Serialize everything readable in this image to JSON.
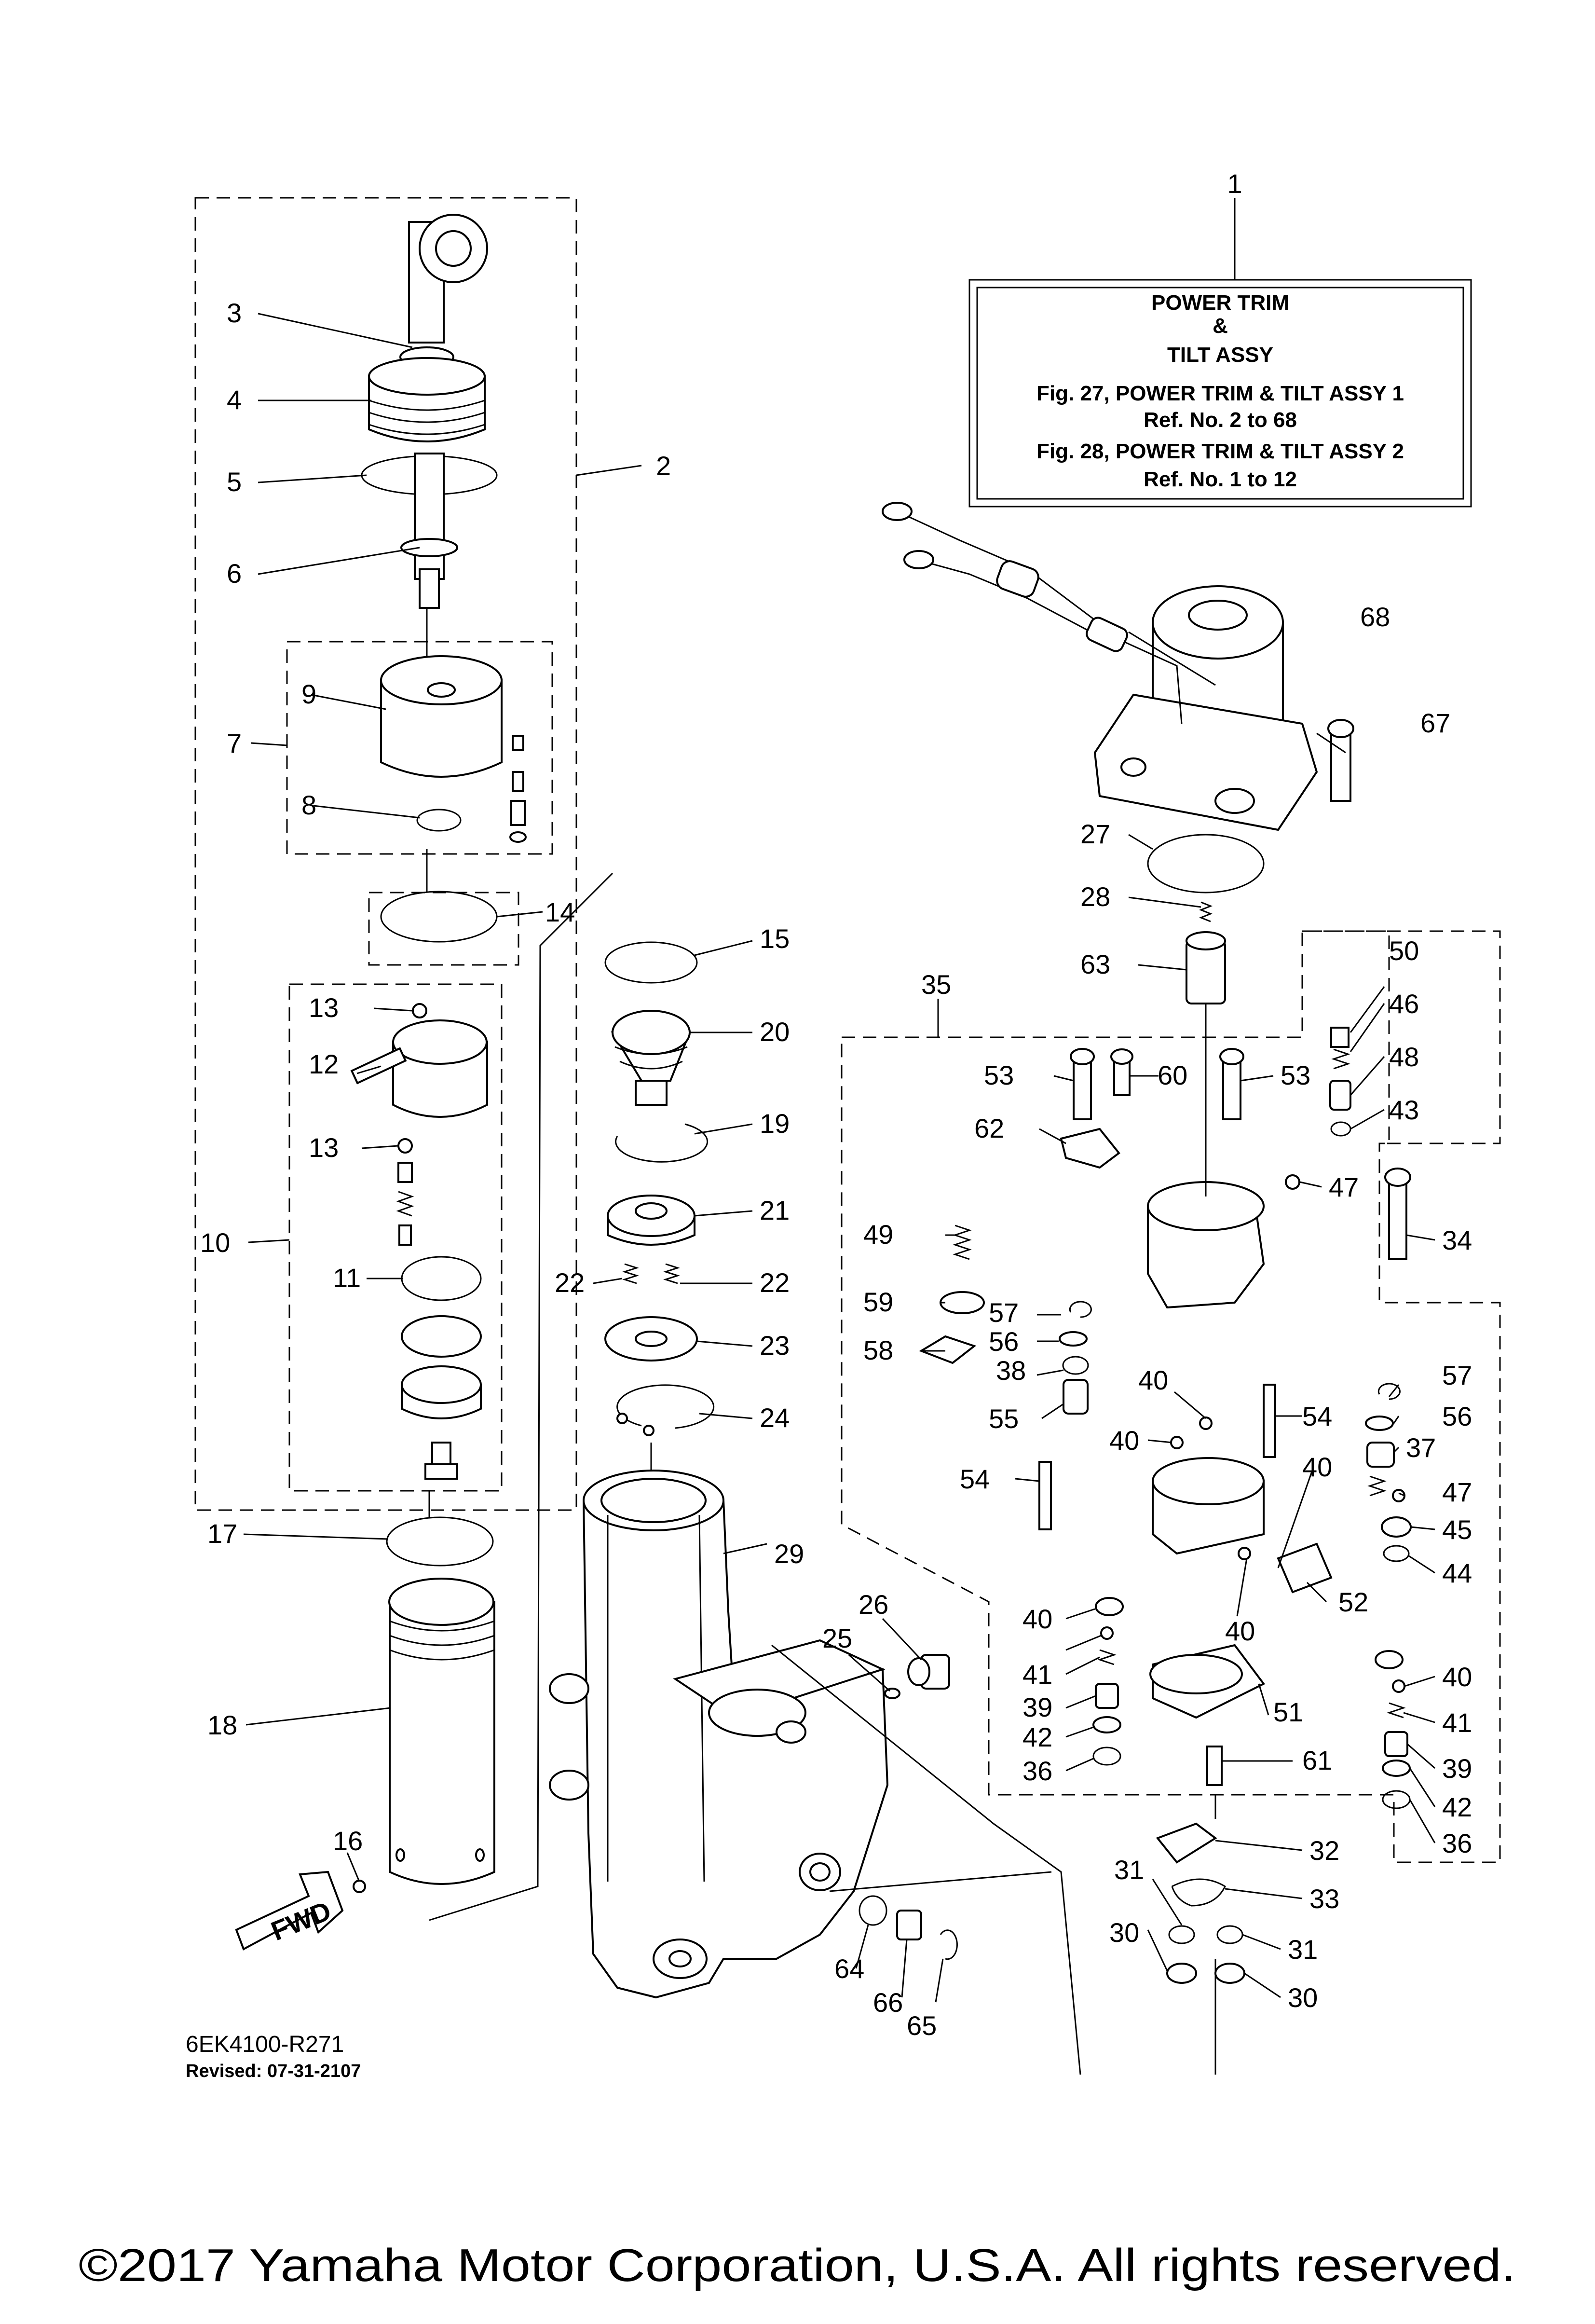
{
  "title_box": {
    "line1": "POWER TRIM",
    "line2": "&",
    "line3": "TILT ASSY",
    "line4": "Fig. 27, POWER TRIM & TILT ASSY 1",
    "line5": "Ref. No. 2 to 68",
    "line6": "Fig. 28, POWER TRIM & TILT ASSY 2",
    "line7": "Ref. No. 1 to 12"
  },
  "fwd_label": "FWD",
  "diagram_code": "6EK4100-R271",
  "revised": "Revised: 07-31-2107",
  "copyright": "©2017 Yamaha Motor Corporation, U.S.A. All rights reserved.",
  "callouts": [
    "1",
    "2",
    "3",
    "4",
    "5",
    "6",
    "7",
    "8",
    "9",
    "10",
    "11",
    "12",
    "13",
    "13",
    "14",
    "15",
    "16",
    "17",
    "18",
    "19",
    "20",
    "21",
    "22",
    "22",
    "23",
    "24",
    "25",
    "26",
    "27",
    "28",
    "29",
    "30",
    "30",
    "31",
    "31",
    "32",
    "33",
    "34",
    "35",
    "36",
    "36",
    "37",
    "38",
    "39",
    "39",
    "40",
    "40",
    "40",
    "40",
    "40",
    "40",
    "41",
    "41",
    "42",
    "42",
    "43",
    "44",
    "45",
    "46",
    "47",
    "47",
    "48",
    "49",
    "50",
    "51",
    "52",
    "53",
    "53",
    "54",
    "54",
    "55",
    "56",
    "56",
    "57",
    "57",
    "58",
    "59",
    "60",
    "61",
    "62",
    "63",
    "64",
    "65",
    "66",
    "67",
    "68"
  ]
}
